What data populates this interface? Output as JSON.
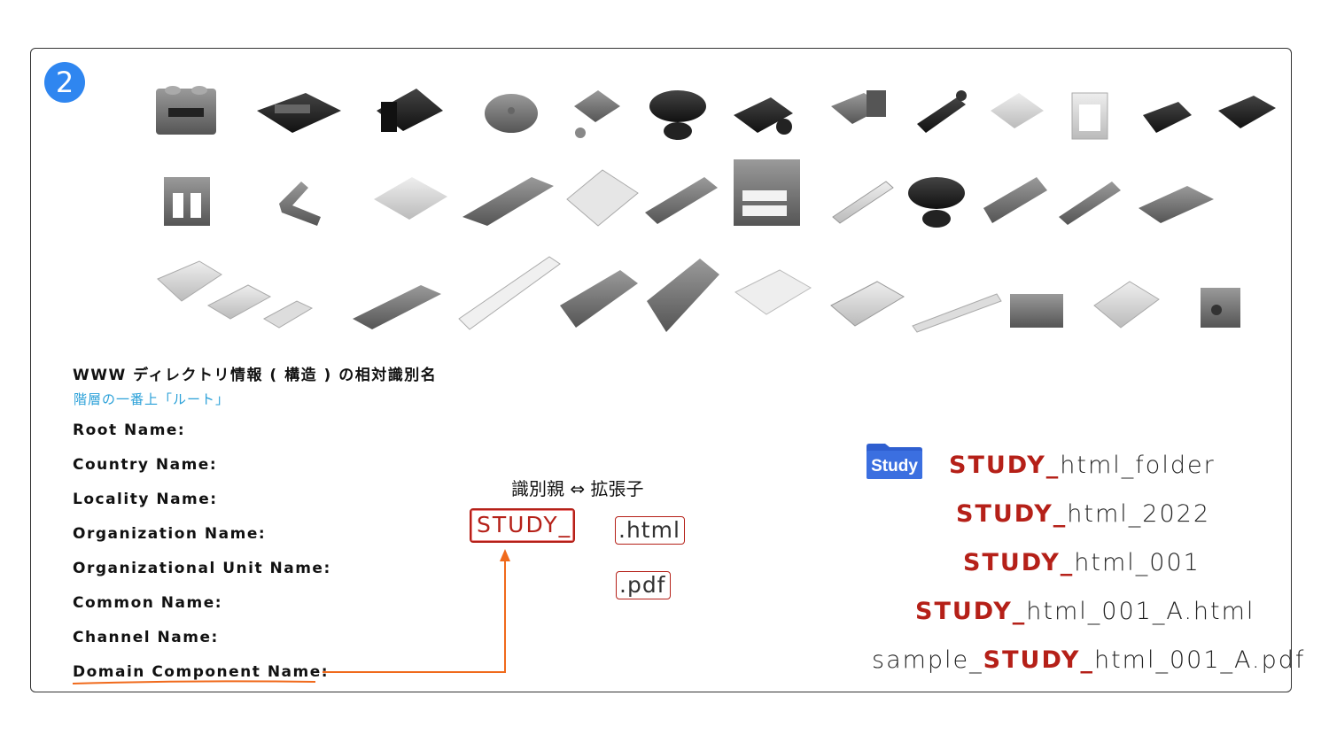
{
  "badge": "2",
  "heading": "WWW ディレクトリ情報 ( 構造 ) の相対識別名",
  "subheading": "階層の一番上「ルート」",
  "fields": [
    "Root Name:",
    "Country Name:",
    "Locality Name:",
    "Organization Name:",
    "Organizational Unit Name:",
    "Common Name:",
    "Channel Name:",
    "Domain Component Name:"
  ],
  "extension_caption": "識別親 ⇔ 拡張子",
  "identifier_box": "STUDY_",
  "extensions": [
    ".html",
    ".pdf"
  ],
  "folder_label": "Study",
  "filenames": [
    {
      "prefix": "",
      "highlight": "STUDY_",
      "suffix": "html_folder"
    },
    {
      "prefix": "",
      "highlight": "STUDY_",
      "suffix": "html_2022"
    },
    {
      "prefix": "",
      "highlight": "STUDY_",
      "suffix": "html_001"
    },
    {
      "prefix": "",
      "highlight": "STUDY_",
      "suffix": "html_001_A.html"
    },
    {
      "prefix": "sample_",
      "highlight": "STUDY_",
      "suffix": "html_001_A.pdf"
    }
  ],
  "colors": {
    "accent_red": "#b52018",
    "arrow_orange": "#f06a1c",
    "badge_blue": "#2f86f0",
    "subheading_blue": "#2aa0d8",
    "folder_blue": "#2f5fd0"
  }
}
